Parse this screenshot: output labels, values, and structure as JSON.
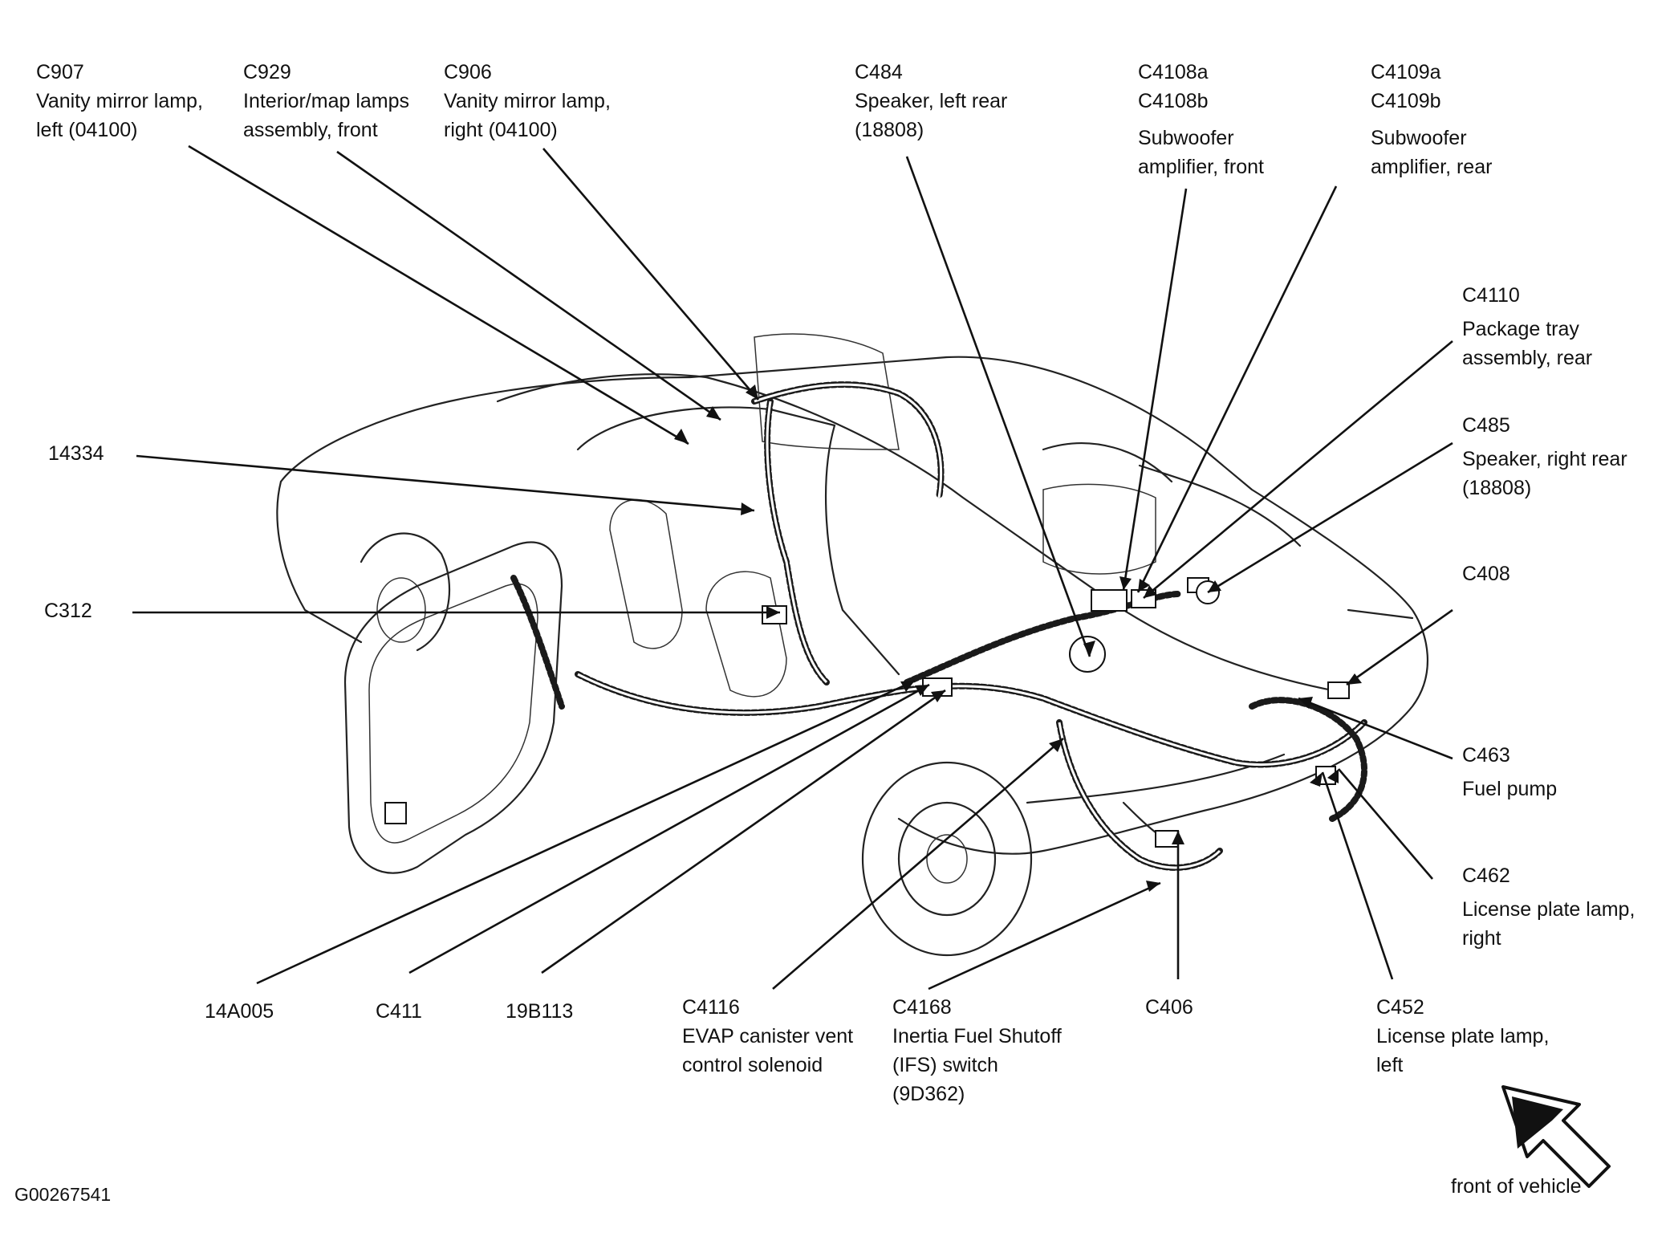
{
  "callouts": {
    "c907": [
      "C907",
      "Vanity mirror lamp,",
      "left (04100)"
    ],
    "c929": [
      "C929",
      "Interior/map lamps",
      "assembly, front"
    ],
    "c906": [
      "C906",
      "Vanity mirror lamp,",
      "right (04100)"
    ],
    "c484": [
      "C484",
      "Speaker, left rear",
      "(18808)"
    ],
    "c4108": [
      "C4108a",
      "C4108b",
      "Subwoofer",
      "amplifier, front"
    ],
    "c4109": [
      "C4109a",
      "C4109b",
      "Subwoofer",
      "amplifier, rear"
    ],
    "c4110": [
      "C4110",
      "Package tray",
      "assembly, rear"
    ],
    "c485": [
      "C485",
      "Speaker, right rear",
      "(18808)"
    ],
    "c408": [
      "C408"
    ],
    "c463": [
      "C463",
      "Fuel pump"
    ],
    "c462": [
      "C462",
      "License plate lamp,",
      "right"
    ],
    "c452": [
      "C452",
      "License plate lamp,",
      "left"
    ],
    "c406": [
      "C406"
    ],
    "c4168": [
      "C4168",
      "Inertia Fuel Shutoff",
      "(IFS) switch",
      "(9D362)"
    ],
    "c4116": [
      "C4116",
      "EVAP canister vent",
      "control solenoid"
    ],
    "p19b113": [
      "19B113"
    ],
    "c411": [
      "C411"
    ],
    "p14a005": [
      "14A005"
    ],
    "c312": [
      "C312"
    ],
    "p14334": [
      "14334"
    ]
  },
  "figure_id": "G00267541",
  "direction_label": "front of vehicle",
  "icons": {
    "direction": "arrow-up-left-icon"
  }
}
